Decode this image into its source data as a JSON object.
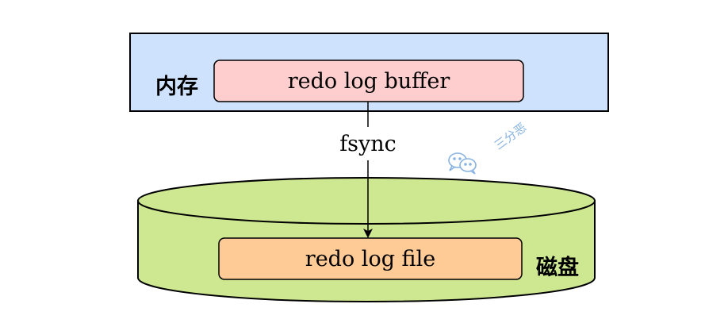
{
  "memory": {
    "label": "内存",
    "fill": "#cfe2fd",
    "stroke": "#000000"
  },
  "buffer": {
    "label": "redo log buffer",
    "fill": "#fecdcd"
  },
  "arrow": {
    "label": "fsync"
  },
  "disk": {
    "label": "磁盘",
    "fill": "#cde890"
  },
  "file": {
    "label": "redo log file",
    "fill": "#fecb97"
  },
  "watermark": {
    "text": "三分恶",
    "icon": "wechat-icon",
    "color": "#88b3e2"
  }
}
